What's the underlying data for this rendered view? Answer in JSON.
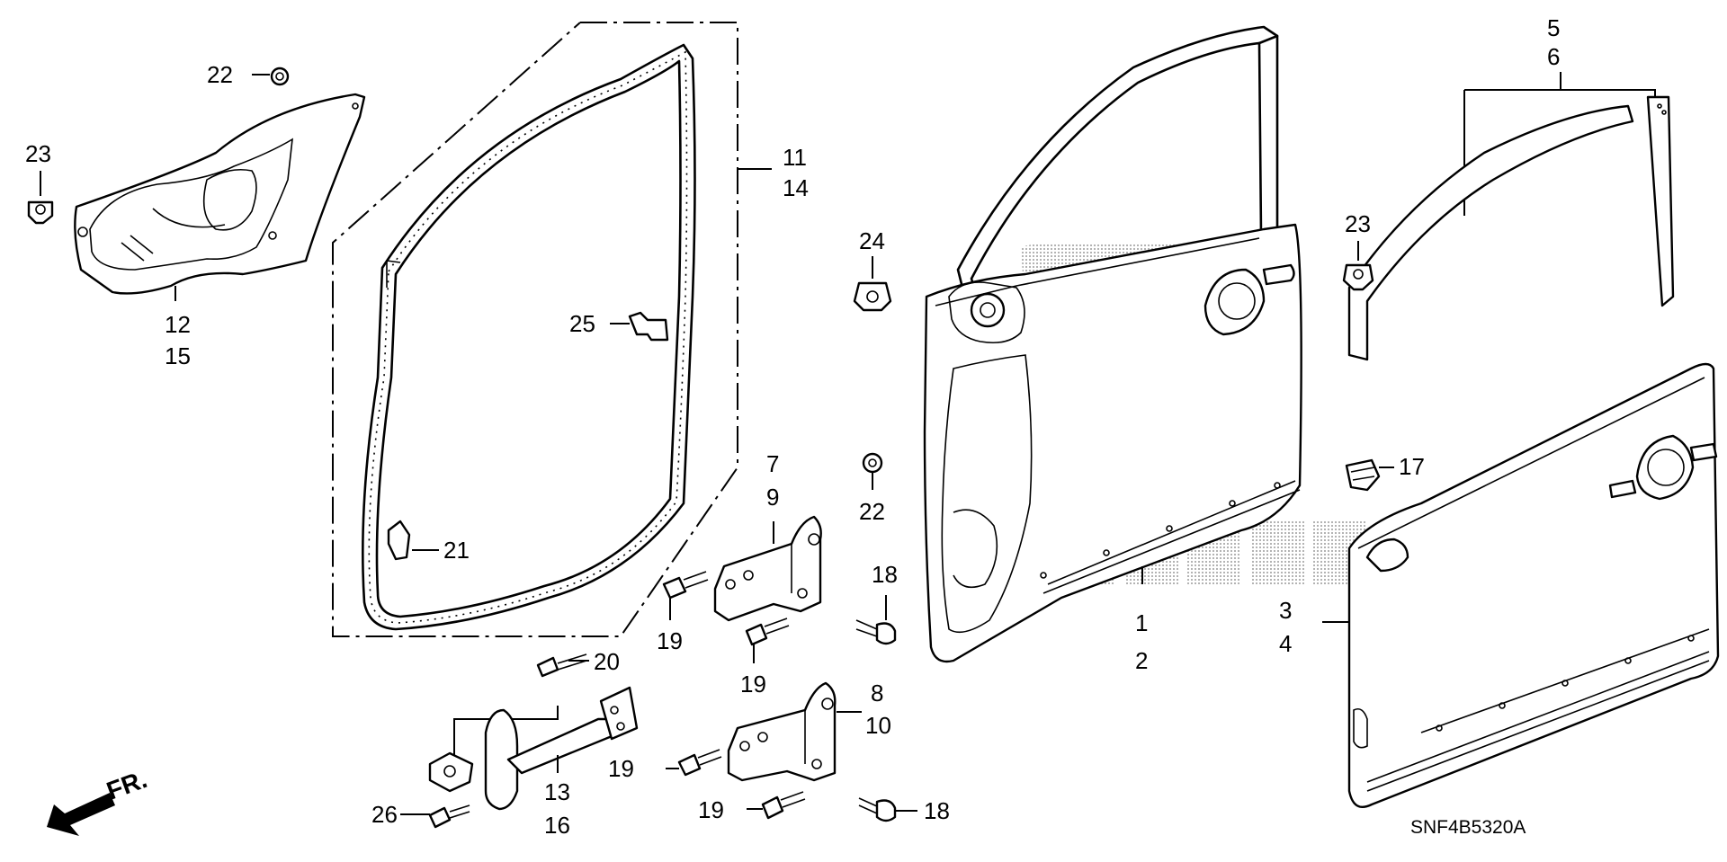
{
  "diagram_code": "SNF4B5320A",
  "front_indicator": "FR.",
  "callouts": [
    {
      "id": "c-22a",
      "lines": [
        "22"
      ]
    },
    {
      "id": "c-23a",
      "lines": [
        "23"
      ]
    },
    {
      "id": "c-12-15",
      "lines": [
        "12",
        "15"
      ]
    },
    {
      "id": "c-11-14",
      "lines": [
        "11",
        "14"
      ]
    },
    {
      "id": "c-25",
      "lines": [
        "25"
      ]
    },
    {
      "id": "c-21",
      "lines": [
        "21"
      ]
    },
    {
      "id": "c-24",
      "lines": [
        "24"
      ]
    },
    {
      "id": "c-22b",
      "lines": [
        "22"
      ]
    },
    {
      "id": "c-7-9",
      "lines": [
        "7",
        "9"
      ]
    },
    {
      "id": "c-19a",
      "lines": [
        "19"
      ]
    },
    {
      "id": "c-19b",
      "lines": [
        "19"
      ]
    },
    {
      "id": "c-18a",
      "lines": [
        "18"
      ]
    },
    {
      "id": "c-1-2",
      "lines": [
        "1",
        "2"
      ]
    },
    {
      "id": "c-5-6",
      "lines": [
        "5",
        "6"
      ]
    },
    {
      "id": "c-23b",
      "lines": [
        "23"
      ]
    },
    {
      "id": "c-17",
      "lines": [
        "17"
      ]
    },
    {
      "id": "c-3-4",
      "lines": [
        "3",
        "4"
      ]
    },
    {
      "id": "c-20",
      "lines": [
        "20"
      ]
    },
    {
      "id": "c-13-16",
      "lines": [
        "13",
        "16"
      ]
    },
    {
      "id": "c-8-10",
      "lines": [
        "8",
        "10"
      ]
    },
    {
      "id": "c-19c",
      "lines": [
        "19"
      ]
    },
    {
      "id": "c-19d",
      "lines": [
        "19"
      ]
    },
    {
      "id": "c-18b",
      "lines": [
        "18"
      ]
    },
    {
      "id": "c-26",
      "lines": [
        "26"
      ]
    }
  ]
}
